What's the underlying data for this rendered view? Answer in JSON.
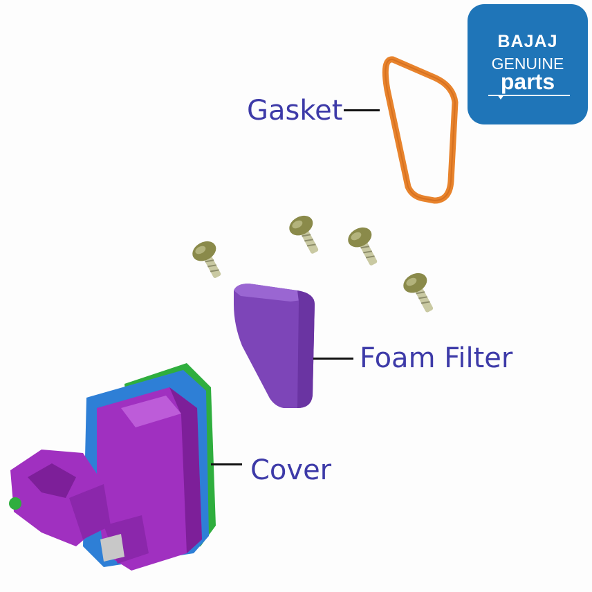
{
  "logo": {
    "brand": "BAJAJ",
    "line1": "GENUINE",
    "line2": "parts",
    "background_color": "#1f75b8"
  },
  "labels": {
    "gasket": "Gasket",
    "foam_filter": "Foam Filter",
    "cover": "Cover"
  },
  "colors": {
    "label_text": "#3d3aa8",
    "gasket": "#e8832c",
    "foam_filter": "#7d45b8",
    "cover": "#a030c0",
    "cover_seal_blue": "#2e7fd6",
    "cover_seal_green": "#2fae3e",
    "screw": "#8a8a4a"
  }
}
